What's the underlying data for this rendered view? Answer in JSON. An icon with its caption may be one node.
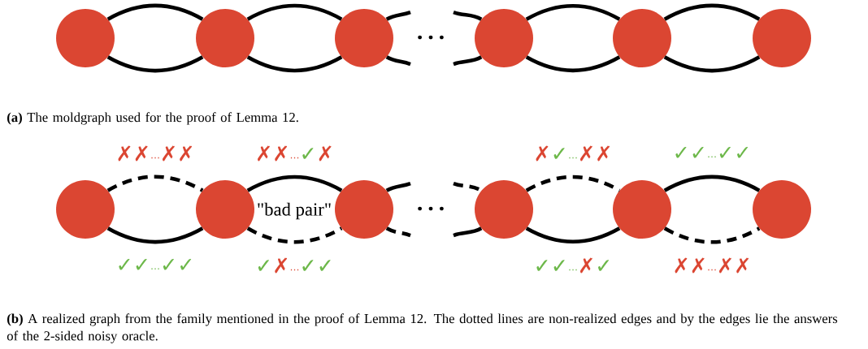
{
  "diagram": {
    "nodes": [
      {
        "text": [],
        "shape": "circle"
      },
      {
        "text": [],
        "shape": "circle"
      },
      {
        "text": [],
        "shape": "circle"
      },
      {
        "text": [],
        "shape": "circle"
      },
      {
        "text": [],
        "shape": "circle"
      },
      {
        "text": [],
        "shape": "circle"
      },
      {
        "text": [],
        "shape": "circle"
      },
      {
        "text": [],
        "shape": "circle"
      },
      {
        "text": [],
        "shape": "circle"
      },
      {
        "text": [],
        "shape": "circle"
      },
      {
        "text": [],
        "shape": "circle"
      },
      {
        "text": [],
        "shape": "circle"
      }
    ],
    "edges": [
      {
        "from": 0,
        "to": 1,
        "arrow": "none"
      },
      {
        "from": 0,
        "to": 1,
        "arrow": "none"
      },
      {
        "from": 1,
        "to": 2,
        "arrow": "none"
      },
      {
        "from": 1,
        "to": 2,
        "arrow": "none"
      },
      {
        "from": 2,
        "to": null,
        "arrow": "none"
      },
      {
        "from": 2,
        "to": null,
        "arrow": "none"
      },
      {
        "from": null,
        "to": 3,
        "arrow": "none"
      },
      {
        "from": null,
        "to": 3,
        "arrow": "none"
      },
      {
        "from": 3,
        "to": 4,
        "arrow": "none"
      },
      {
        "from": 3,
        "to": 4,
        "arrow": "none"
      },
      {
        "from": 4,
        "to": 5,
        "arrow": "none"
      },
      {
        "from": 4,
        "to": 5,
        "arrow": "none"
      },
      {
        "from": 6,
        "to": 7,
        "arrow": "none",
        "style": "dashed",
        "label": "✗✗⋯✗✗"
      },
      {
        "from": 6,
        "to": 7,
        "arrow": "none",
        "label": "✓✓⋯✓✓"
      },
      {
        "from": 7,
        "to": 8,
        "arrow": "none",
        "label": "✗✗⋯✓✗"
      },
      {
        "from": 7,
        "to": 8,
        "arrow": "none",
        "style": "dashed",
        "label": "✓✗⋯✓✓"
      },
      {
        "from": 8,
        "to": null,
        "arrow": "none"
      },
      {
        "from": 8,
        "to": null,
        "arrow": "none",
        "style": "dashed"
      },
      {
        "from": null,
        "to": 9,
        "arrow": "none",
        "style": "dashed"
      },
      {
        "from": null,
        "to": 9,
        "arrow": "none"
      },
      {
        "from": 9,
        "to": 10,
        "arrow": "none",
        "style": "dashed",
        "label": "✗✓⋯✗✗"
      },
      {
        "from": 9,
        "to": 10,
        "arrow": "none",
        "label": "✓✓⋯✗✓"
      },
      {
        "from": 10,
        "to": 11,
        "arrow": "none",
        "label": "✓✓⋯✓✓"
      },
      {
        "from": 10,
        "to": 11,
        "arrow": "none",
        "style": "dashed",
        "label": "✗✗⋯✗✗"
      }
    ],
    "labels": [
      "…",
      "**(a)** The moldgraph used for the proof of Lemma 12.",
      "\"bad pair\"",
      "…",
      "**(b)** A realized graph from the family mentioned in the proof of Lemma 12. The dotted lines are non-realized edges and by the edges lie the answers of the 2-sided noisy oracle."
    ]
  }
}
